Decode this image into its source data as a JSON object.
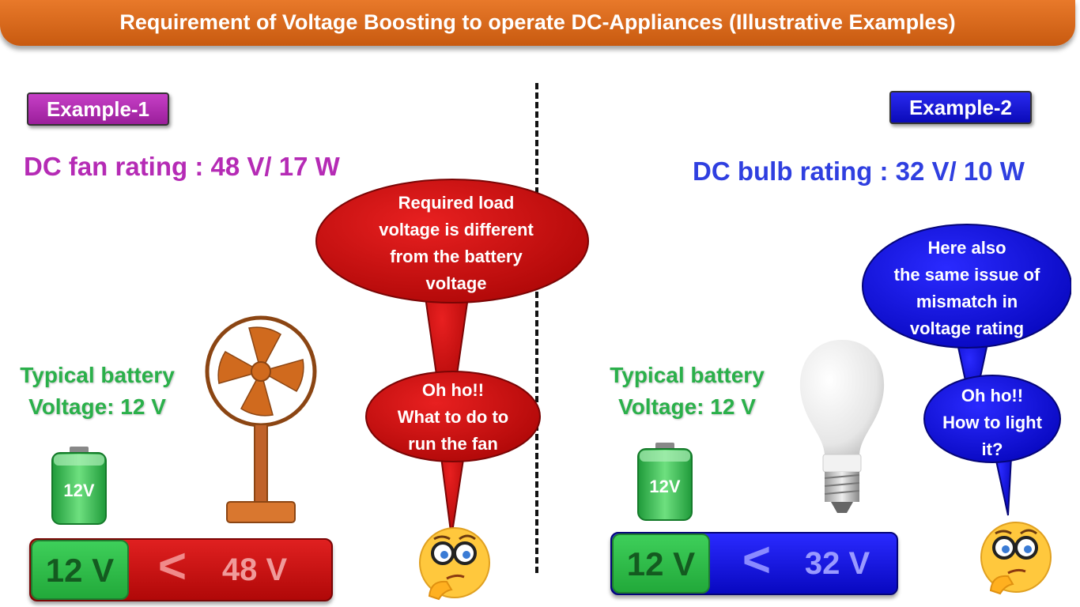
{
  "header": {
    "title": "Requirement of Voltage Boosting to operate DC-Appliances (Illustrative Examples)"
  },
  "example1": {
    "tag": "Example-1",
    "rating": "DC fan rating : 48 V/ 17 W",
    "battery_line1": "Typical battery",
    "battery_line2": "Voltage: 12 V",
    "battery_label": "12V",
    "bubble_main": [
      "Required load",
      "voltage is different",
      "from the battery",
      "voltage"
    ],
    "bubble_small": [
      "Oh ho!!",
      "What to do to",
      "run the fan"
    ],
    "bar_left": "12 V",
    "bar_symbol": "<",
    "bar_right": "48 V"
  },
  "example2": {
    "tag": "Example-2",
    "rating": "DC bulb rating : 32 V/ 10 W",
    "battery_line1": "Typical battery",
    "battery_line2": "Voltage: 12 V",
    "battery_label": "12V",
    "bubble_main": [
      "Here also",
      "the same issue  of",
      "mismatch in",
      "voltage rating"
    ],
    "bubble_small": [
      "Oh ho!!",
      "How to light",
      "it?"
    ],
    "bar_left": "12 V",
    "bar_symbol": "<",
    "bar_right": "32 V"
  },
  "colors": {
    "title_orange": "#d2691e",
    "ex1_accent": "#b52bb5",
    "ex2_accent": "#2f3fe0",
    "red_bubble": "#d01010",
    "blue_bubble": "#1414e6",
    "battery_green": "#2ab04a"
  },
  "icons": [
    "fan-icon",
    "bulb-icon",
    "battery-icon",
    "thinking-face-icon"
  ]
}
